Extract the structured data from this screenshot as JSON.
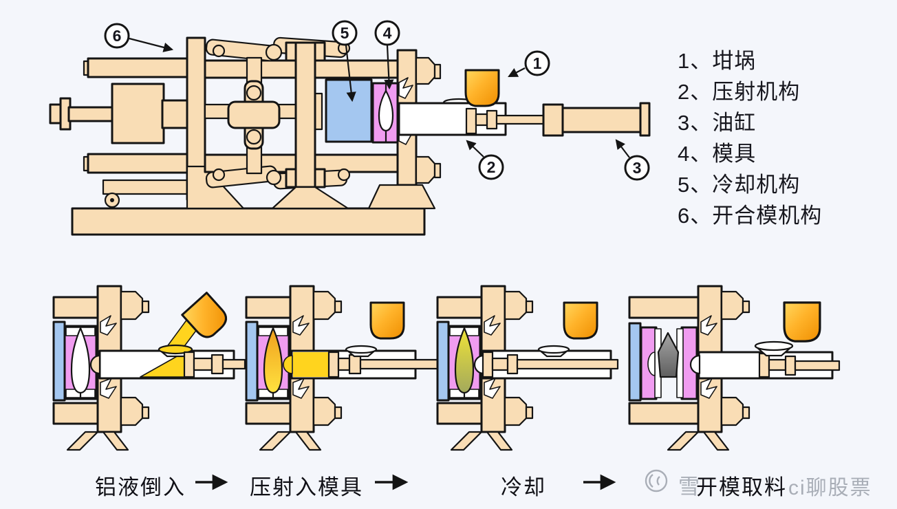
{
  "colors": {
    "bg": "#F4F6FB",
    "beige": "#F9DDB5",
    "beige-dark": "#F2CC96",
    "blue": "#A4C7F0",
    "pink": "#F09CF0",
    "yellow": "#FFD41E",
    "orange": "#EF8E00",
    "orange-light": "#FFCE45",
    "gray-casting": "#7A7A7A",
    "outline": "#141414",
    "text": "#17171E",
    "watermark": "#A9AEB7"
  },
  "legend": {
    "items": [
      {
        "text": "1、坩埚"
      },
      {
        "text": "2、压射机构"
      },
      {
        "text": "3、油缸"
      },
      {
        "text": "4、模具"
      },
      {
        "text": "5、冷却机构"
      },
      {
        "text": "6、开合模机构"
      }
    ]
  },
  "callouts": [
    "1",
    "2",
    "3",
    "4",
    "5",
    "6"
  ],
  "flow": {
    "labels": [
      "铝液倒入",
      "压射入模具",
      "冷却",
      "开模取料"
    ]
  },
  "watermark": {
    "prefix": "雪",
    "suffix": "ci聊股票"
  }
}
